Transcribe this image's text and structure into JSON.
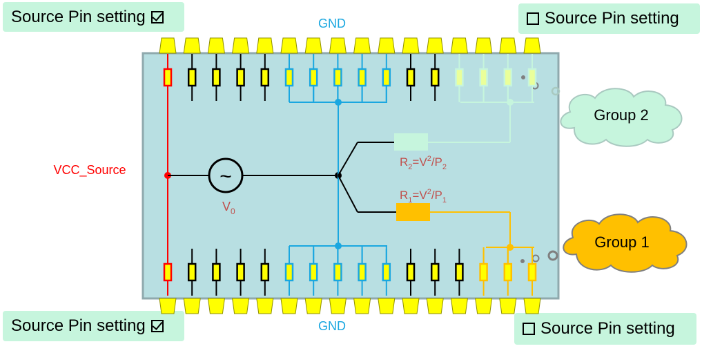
{
  "corners": {
    "top_left": {
      "label": "Source Pin setting",
      "checked": true
    },
    "top_right": {
      "label": "Source Pin setting",
      "checked": false
    },
    "bottom_left": {
      "label": "Source Pin setting",
      "checked": true
    },
    "bottom_right": {
      "label": "Source Pin setting",
      "checked": false
    }
  },
  "gnd_top": "GND",
  "gnd_bottom": "GND",
  "vcc_label": "VCC_Source",
  "source_glyph": "~",
  "v0": {
    "main": "V",
    "sub": "0"
  },
  "r2": {
    "r": "R",
    "r_sub": "2",
    "eq": "=V",
    "sup": "2",
    "slash": "/P",
    "p_sub": "2"
  },
  "r1": {
    "r": "R",
    "r_sub": "1",
    "eq": "=V",
    "sup": "2",
    "slash": "/P",
    "p_sub": "1"
  },
  "group2": "Group 2",
  "group1": "Group 1",
  "colors": {
    "board": "#b8dfe2",
    "board_border": "#8fa9ad",
    "pin": "#ffff00",
    "vcc": "#ff0000",
    "gnd": "#1aa7e0",
    "black": "#000000",
    "group2": "#c6f5dd",
    "group1": "#ffc000",
    "label_text": "#c0504d"
  }
}
